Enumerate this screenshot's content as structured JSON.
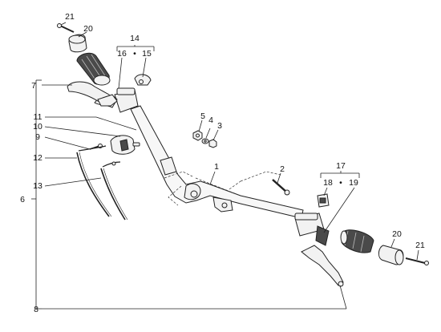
{
  "callouts": {
    "c21a": "21",
    "c20a": "20",
    "c14": "14",
    "c16": "16",
    "c15": "15",
    "c7": "7",
    "c5": "5",
    "c4": "4",
    "c3": "3",
    "c11": "11",
    "c10": "10",
    "c9": "9",
    "c12": "12",
    "c13": "13",
    "c6": "6",
    "c1": "1",
    "c2": "2",
    "c17": "17",
    "c18": "18",
    "c19": "19",
    "c20b": "20",
    "c21b": "21",
    "c8": "8"
  },
  "bullets": {
    "b14": "•",
    "b17": "•"
  }
}
